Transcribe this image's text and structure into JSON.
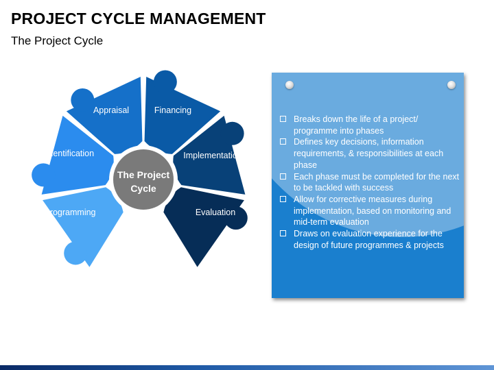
{
  "header": {
    "title": "PROJECT CYCLE MANAGEMENT",
    "subtitle": "The Project Cycle"
  },
  "cycle": {
    "center_label_line1": "The Project",
    "center_label_line2": "Cycle",
    "center_color": "#7a7a7a",
    "segments": [
      {
        "label": "Programming",
        "color": "#4da8f5"
      },
      {
        "label": "Identification",
        "color": "#2b8cee"
      },
      {
        "label": "Appraisal",
        "color": "#1570c9"
      },
      {
        "label": "Financing",
        "color": "#0a5aa6"
      },
      {
        "label": "Implementation",
        "color": "#084178"
      },
      {
        "label": "Evaluation",
        "color": "#062d57"
      }
    ]
  },
  "notes": {
    "background_color": "#1a7fce",
    "bullets": [
      "Breaks down the life of a project/ programme into phases",
      "Defines key decisions, information requirements, & responsibilities at each phase",
      "Each phase must be completed for the next to be tackled with success",
      "Allow for corrective measures during implementation, based on monitoring and mid-term evaluation",
      "Draws on evaluation experience for the design of future programmes & projects"
    ]
  }
}
